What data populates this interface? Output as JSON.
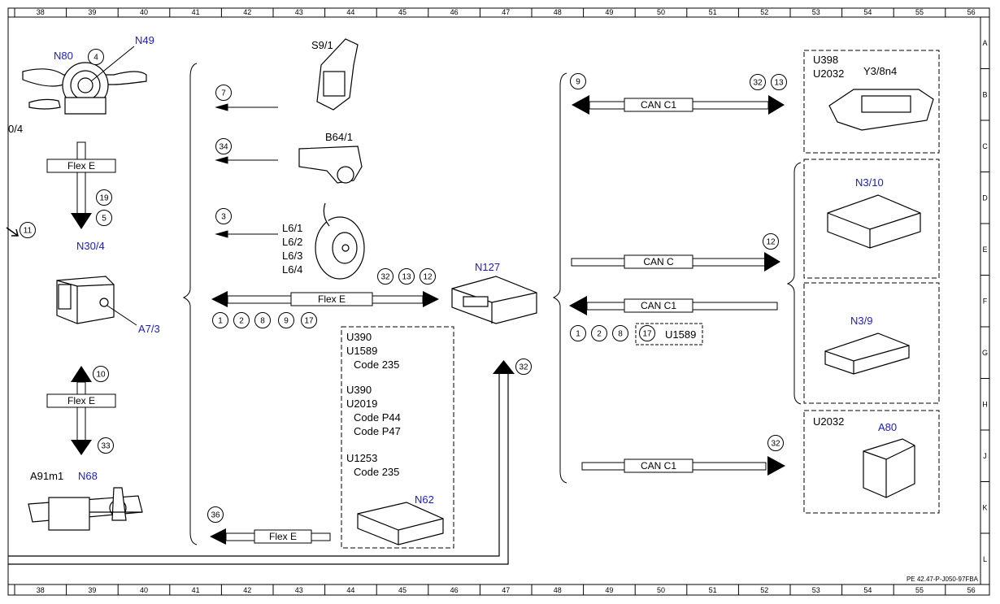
{
  "columns": [
    "38",
    "39",
    "40",
    "41",
    "42",
    "43",
    "44",
    "45",
    "46",
    "47",
    "48",
    "49",
    "50",
    "51",
    "52",
    "53",
    "54",
    "55",
    "56"
  ],
  "rows": [
    "A",
    "B",
    "C",
    "D",
    "E",
    "F",
    "G",
    "H",
    "J",
    "K",
    "L"
  ],
  "doc_ref": "PE 42.47-P-J050-97FBA",
  "components": {
    "n80": "N80",
    "n49": "N49",
    "n304_cut": "0/4",
    "n304": "N30/4",
    "a73": "A7/3",
    "a91m1": "A91m1",
    "n68": "N68",
    "s91": "S9/1",
    "b641": "B64/1",
    "l61": "L6/1",
    "l62": "L6/2",
    "l63": "L6/3",
    "l64": "L6/4",
    "n127": "N127",
    "n62": "N62",
    "u398": "U398",
    "u2032a": "U2032",
    "y38n4": "Y3/8n4",
    "n310": "N3/10",
    "n39": "N3/9",
    "u2032b": "U2032",
    "a80": "A80"
  },
  "buses": {
    "flex_e_1": "Flex E",
    "flex_e_2": "Flex E",
    "flex_e_3": "Flex E",
    "flex_e_4": "Flex E",
    "can_c1_top": "CAN C1",
    "can_c": "CAN C",
    "can_c1_mid": "CAN C1",
    "can_c1_bot": "CAN C1"
  },
  "codes": {
    "l1": "U390",
    "l2": "U1589",
    "l3": "Code 235",
    "l4": "U390",
    "l5": "U2019",
    "l6": "Code P44",
    "l7": "Code P47",
    "l8": "U1253",
    "l9": "Code 235",
    "u1589": "U1589"
  },
  "markers": {
    "m4": "4",
    "m19": "19",
    "m5": "5",
    "m11": "11",
    "m10": "10",
    "m33": "33",
    "m7": "7",
    "m34": "34",
    "m3": "3",
    "m32a": "32",
    "m13a": "13",
    "m12a": "12",
    "m1a": "1",
    "m2a": "2",
    "m8a": "8",
    "m9a": "9",
    "m17a": "17",
    "m36": "36",
    "m32b": "32",
    "m9b": "9",
    "m32c": "32",
    "m13b": "13",
    "m12b": "12",
    "m1b": "1",
    "m2b": "2",
    "m8b": "8",
    "m17b": "17",
    "m32d": "32"
  }
}
